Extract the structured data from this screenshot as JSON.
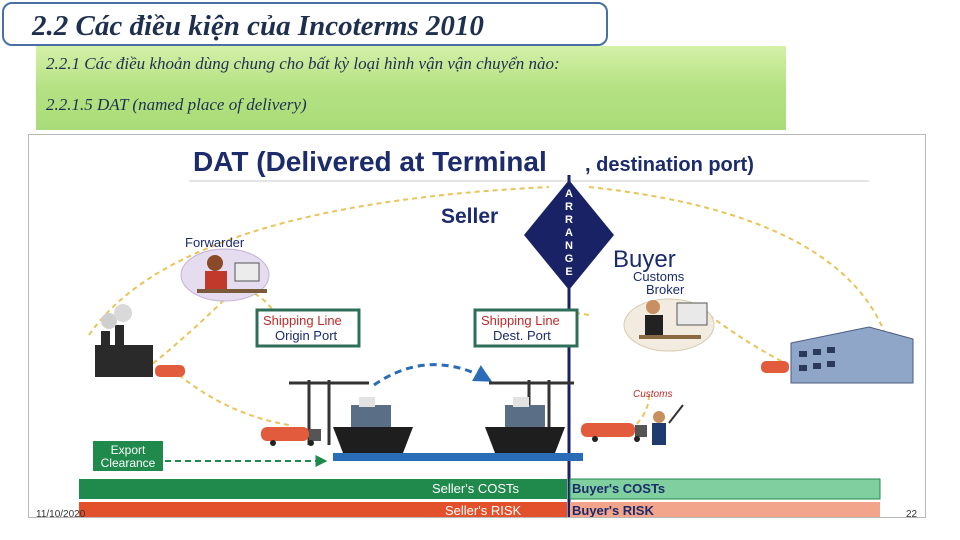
{
  "slide": {
    "title": "2.2 Các điều kiện của Incoterms 2010",
    "subtitle_1": "2.2.1 Các điều khoản dùng chung cho bất kỳ loại hình vận vận chuyển nào:",
    "subtitle_2": "2.2.1.5 DAT  (named place of delivery)",
    "date": "11/10/2020",
    "page_number": "22"
  },
  "diagram": {
    "heading_main": "DAT (Delivered at Terminal",
    "heading_sub": ", destination port)",
    "seller_label": "Seller",
    "arrange_letters": [
      "A",
      "R",
      "R",
      "A",
      "N",
      "G",
      "E"
    ],
    "buyer_label": "Buyer",
    "customs_broker_line1": "Customs",
    "customs_broker_line2": "Broker",
    "forwarder_label": "Forwarder",
    "origin_box_line1": "Shipping Line",
    "origin_box_line2": "Origin Port",
    "dest_box_line1": "Shipping Line",
    "dest_box_line2": "Dest. Port",
    "customs_label": "Customs",
    "export_line1": "Export",
    "export_line2": "Clearance",
    "sellers_costs": "Seller's COSTs",
    "buyers_costs": "Buyer's COSTs",
    "sellers_risk": "Seller's RISK",
    "buyers_risk": "Buyer's RISK"
  },
  "colors": {
    "heading_navy": "#1b2b6b",
    "banner_navy": "#1a2266",
    "label_red": "#cc2222",
    "cost_bar": "#1f8a4c",
    "buyer_cost_bar": "#7fcf9f",
    "risk_bar": "#e2502c",
    "buyer_risk_bar": "#f2a58a",
    "ship_blue": "#2b6cb8"
  }
}
